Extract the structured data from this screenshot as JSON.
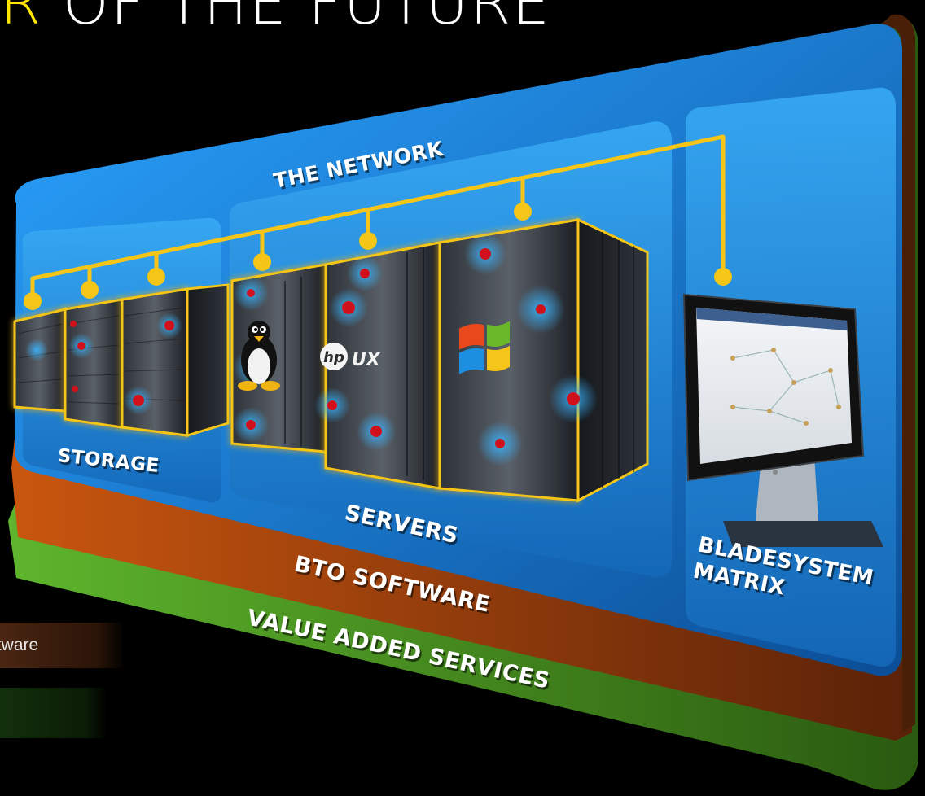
{
  "title": {
    "highlight": "R",
    "rest": " OF THE FUTURE"
  },
  "labels": {
    "network": "THE NETWORK",
    "storage": "STORAGE",
    "servers": "SERVERS",
    "bladesystem_line1": "BLADESYSTEM",
    "bladesystem_line2": "MATRIX",
    "bto_software": "BTO SOFTWARE",
    "value_added_services": "VALUE ADDED SERVICES"
  },
  "os_logos": {
    "linux": "tux-penguin-icon",
    "hpux_text": "UX",
    "hp_text": "hp",
    "windows": "windows-flag-icon"
  },
  "legend": {
    "software": "ftware",
    "services": ""
  },
  "colors": {
    "network_line": "#f5c518",
    "panel_blue": "#1a8fe0",
    "bto_band": "#b04a12",
    "services_band": "#3d8a1c",
    "background": "#000000",
    "title_highlight": "#ffe600"
  }
}
